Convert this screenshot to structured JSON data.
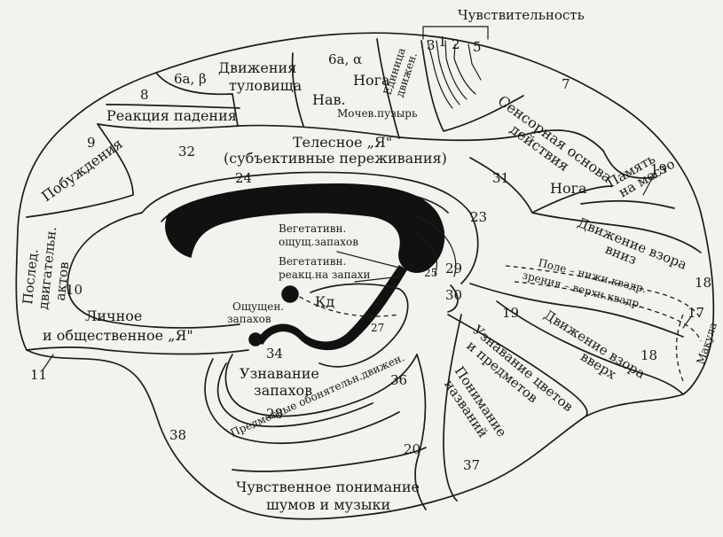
{
  "labels": {
    "top": "Чувствительность",
    "s3": "3",
    "s1": "1",
    "s2": "2",
    "s5": "5",
    "a6ab": "6а, β",
    "trunk1": "Движения",
    "trunk2": "туловища",
    "a6aa": "6а, α",
    "leg1": "Нога",
    "nav": "Нав.",
    "bladder": "Мочев.пузырь",
    "unity1": "Единица",
    "unity2": "движен.",
    "a8": "8",
    "fall": "Реакция падения",
    "a9": "9",
    "urge": "Побуждения",
    "a32": "32",
    "bodyself1": "Телесное „Я\"",
    "bodyself2": "(субъективные переживания)",
    "a24": "24",
    "a31": "31",
    "leg2": "Нога",
    "a7": "7",
    "sensory1": "Сенсорная основа",
    "sensory2": "действия",
    "a19a": "19",
    "mem1": "Память",
    "mem2": "на место",
    "gaze1": "Движение взора",
    "gaze2": "вниз",
    "a18a": "18",
    "field1": "Поле – нижн.квадр.",
    "field2": "зрения – верхн.квадр.",
    "a17": "17",
    "macula": "Макула",
    "a23": "23",
    "veg1": "Вегетативн.",
    "veg2": "ощущ.запахов",
    "veg3": "Вегетативн.",
    "veg4": "реакц.на запахи",
    "a25": "25",
    "a29": "29",
    "a30": "30",
    "seq1": "Послед.",
    "seq2": "двигательн.",
    "seq3": "актов",
    "a10": "10",
    "smell1": "Ощущен.",
    "smell2": "запахов",
    "kd": "Кд",
    "pers1": "Личное",
    "pers2": "и общественное „Я\"",
    "a11": "11",
    "a34": "34",
    "recog1": "Узнавание",
    "recog2": "запахов",
    "a27": "27",
    "a28": "28",
    "objsmell": "Предметные обонятельн.движен.",
    "a36": "36",
    "a19b": "19",
    "col1": "Узнавание цветов",
    "col2": "и предметов",
    "gazeup1": "Движение взора",
    "gazeup2": "вверх",
    "a18b": "18",
    "names1": "Понимание",
    "names2": "названий",
    "a38": "38",
    "a20": "20",
    "a37": "37",
    "music1": "Чувственное понимание",
    "music2": "шумов и музыки"
  }
}
